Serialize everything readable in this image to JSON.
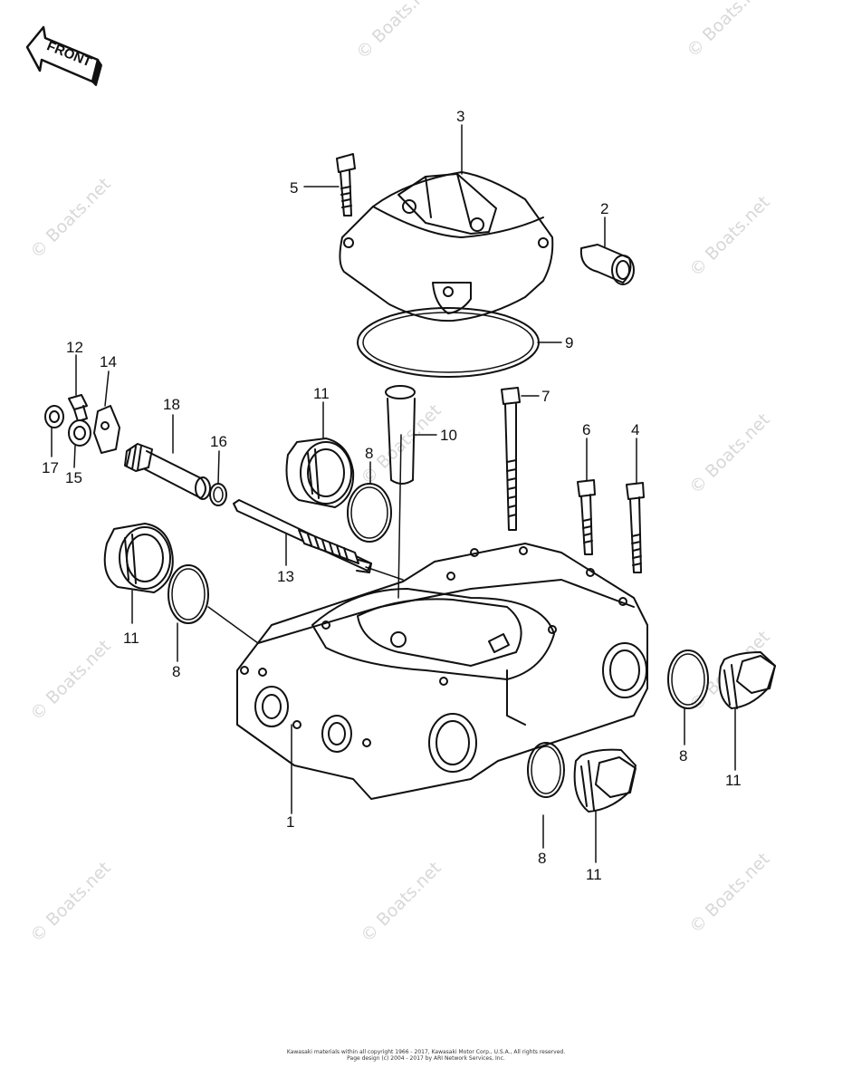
{
  "front_arrow": {
    "label": "FRONT"
  },
  "watermark": {
    "text": "© Boats.net"
  },
  "callouts": [
    {
      "id": "1",
      "label": "1"
    },
    {
      "id": "2",
      "label": "2"
    },
    {
      "id": "3",
      "label": "3"
    },
    {
      "id": "4",
      "label": "4"
    },
    {
      "id": "5",
      "label": "5"
    },
    {
      "id": "6",
      "label": "6"
    },
    {
      "id": "7",
      "label": "7"
    },
    {
      "id": "8a",
      "label": "8"
    },
    {
      "id": "8b",
      "label": "8"
    },
    {
      "id": "8c",
      "label": "8"
    },
    {
      "id": "8d",
      "label": "8"
    },
    {
      "id": "9",
      "label": "9"
    },
    {
      "id": "10",
      "label": "10"
    },
    {
      "id": "11a",
      "label": "11"
    },
    {
      "id": "11b",
      "label": "11"
    },
    {
      "id": "11c",
      "label": "11"
    },
    {
      "id": "11d",
      "label": "11"
    },
    {
      "id": "12",
      "label": "12"
    },
    {
      "id": "13",
      "label": "13"
    },
    {
      "id": "14",
      "label": "14"
    },
    {
      "id": "15",
      "label": "15"
    },
    {
      "id": "16",
      "label": "16"
    },
    {
      "id": "17",
      "label": "17"
    },
    {
      "id": "18",
      "label": "18"
    }
  ],
  "footer": {
    "line1": "Kawasaki materials within all copyright 1966 - 2017, Kawasaki Motor Corp., U.S.A., All rights reserved.",
    "line2": "Page design (c) 2004 - 2017 by ARI Network Services, Inc."
  }
}
